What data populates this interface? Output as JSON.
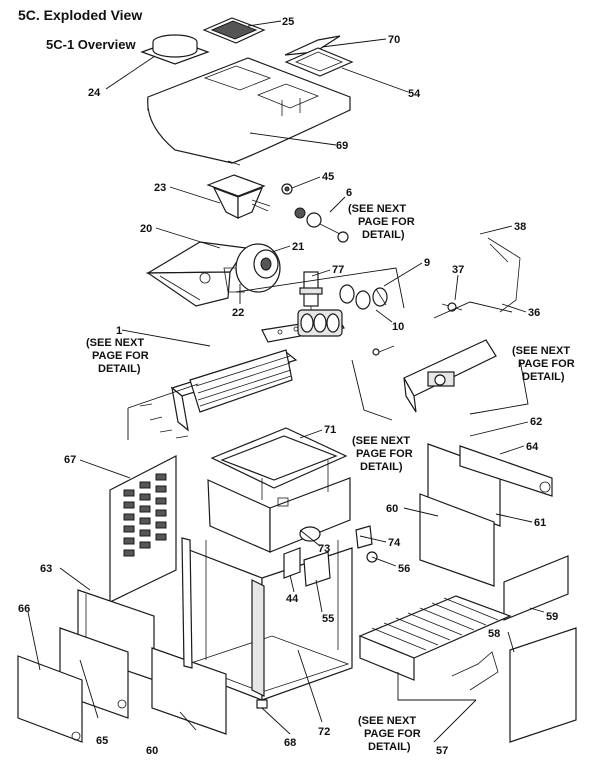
{
  "title": "5C. Exploded View",
  "subtitle": "5C-1 Overview",
  "callouts": [
    {
      "id": "25",
      "label": "25"
    },
    {
      "id": "70",
      "label": "70"
    },
    {
      "id": "24",
      "label": "24"
    },
    {
      "id": "54",
      "label": "54"
    },
    {
      "id": "69",
      "label": "69"
    },
    {
      "id": "45",
      "label": "45"
    },
    {
      "id": "23",
      "label": "23"
    },
    {
      "id": "6",
      "label": "6"
    },
    {
      "id": "20",
      "label": "20"
    },
    {
      "id": "21",
      "label": "21"
    },
    {
      "id": "38",
      "label": "38"
    },
    {
      "id": "77",
      "label": "77"
    },
    {
      "id": "9",
      "label": "9"
    },
    {
      "id": "37",
      "label": "37"
    },
    {
      "id": "22",
      "label": "22"
    },
    {
      "id": "36",
      "label": "36"
    },
    {
      "id": "10",
      "label": "10"
    },
    {
      "id": "1",
      "label": "1"
    },
    {
      "id": "62",
      "label": "62"
    },
    {
      "id": "71",
      "label": "71"
    },
    {
      "id": "64",
      "label": "64"
    },
    {
      "id": "67",
      "label": "67"
    },
    {
      "id": "61",
      "label": "61"
    },
    {
      "id": "60a",
      "label": "60"
    },
    {
      "id": "73",
      "label": "73"
    },
    {
      "id": "74",
      "label": "74"
    },
    {
      "id": "56",
      "label": "56"
    },
    {
      "id": "63",
      "label": "63"
    },
    {
      "id": "44",
      "label": "44"
    },
    {
      "id": "55",
      "label": "55"
    },
    {
      "id": "59",
      "label": "59"
    },
    {
      "id": "66",
      "label": "66"
    },
    {
      "id": "58",
      "label": "58"
    },
    {
      "id": "65",
      "label": "65"
    },
    {
      "id": "60b",
      "label": "60"
    },
    {
      "id": "68",
      "label": "68"
    },
    {
      "id": "72",
      "label": "72"
    },
    {
      "id": "57",
      "label": "57"
    }
  ],
  "notes": [
    {
      "id": "note-6",
      "lines": [
        "(SEE NEXT",
        "PAGE FOR",
        "DETAIL)"
      ]
    },
    {
      "id": "note-1",
      "lines": [
        "(SEE NEXT",
        "PAGE FOR",
        "DETAIL)"
      ]
    },
    {
      "id": "note-right",
      "lines": [
        "(SEE NEXT",
        "PAGE FOR",
        "DETAIL)"
      ]
    },
    {
      "id": "note-center",
      "lines": [
        "(SEE NEXT",
        "PAGE FOR",
        "DETAIL)"
      ]
    },
    {
      "id": "note-bottom",
      "lines": [
        "(SEE NEXT",
        "PAGE FOR",
        "DETAIL)"
      ]
    }
  ]
}
